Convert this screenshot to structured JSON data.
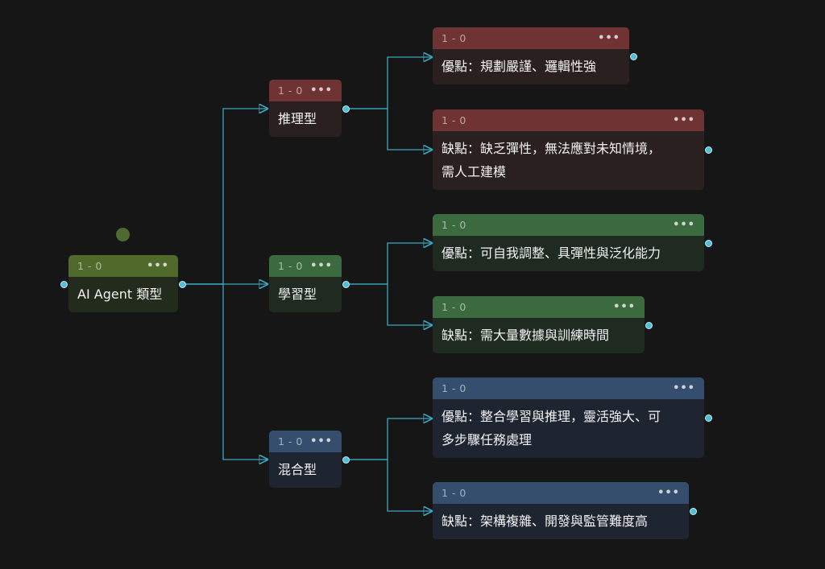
{
  "root": {
    "header": "1 - 0",
    "menu": "•••",
    "label": "AI Agent 類型"
  },
  "categories": [
    {
      "header": "1 - 0",
      "menu": "•••",
      "label": "推理型",
      "color": "#6e3332"
    },
    {
      "header": "1 - 0",
      "menu": "•••",
      "label": "學習型",
      "color": "#3a6a3d"
    },
    {
      "header": "1 - 0",
      "menu": "•••",
      "label": "混合型",
      "color": "#354e6e"
    }
  ],
  "leaves": [
    {
      "header": "1 - 0",
      "menu": "•••",
      "line1": "優點：規劃嚴謹、邏輯性強",
      "line2": ""
    },
    {
      "header": "1 - 0",
      "menu": "•••",
      "line1": "缺點：缺乏彈性，無法應對未知情境，",
      "line2": "需人工建模"
    },
    {
      "header": "1 - 0",
      "menu": "•••",
      "line1": "優點：可自我調整、具彈性與泛化能力",
      "line2": ""
    },
    {
      "header": "1 - 0",
      "menu": "•••",
      "line1": "缺點：需大量數據與訓練時間",
      "line2": ""
    },
    {
      "header": "1 - 0",
      "menu": "•••",
      "line1": "優點：整合學習與推理，靈活強大、可",
      "line2": "多步驟任務處理"
    },
    {
      "header": "1 - 0",
      "menu": "•••",
      "line1": "缺點：架構複雜、開發與監管難度高",
      "line2": ""
    }
  ],
  "colors": {
    "edge": "#3aa6bf",
    "port": "#4fc0d8",
    "background": "#161616"
  }
}
